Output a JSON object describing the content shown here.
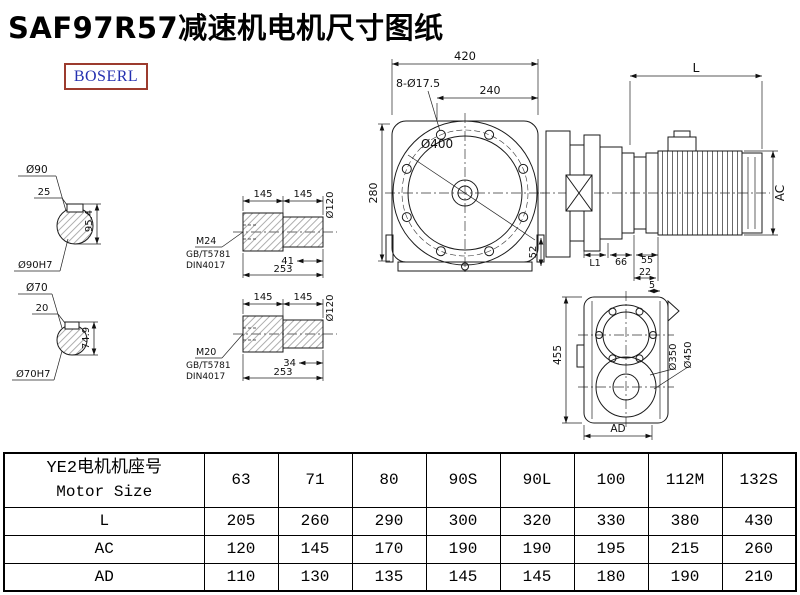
{
  "page": {
    "title": "SAF97R57减速机电机尺寸图纸",
    "logo": "BOSERL"
  },
  "drawing": {
    "front": {
      "dim_width": "420",
      "dim_inner_width": "240",
      "holes_note": "8-Ø17.5",
      "dia_flange": "Ø400",
      "dim_height": "280",
      "dim_foot": "52"
    },
    "side": {
      "dim_length": "L",
      "dim_ac": "AC",
      "dim_l1": "L1",
      "dim_66": "66",
      "dim_55": "55",
      "dim_22": "22",
      "dim_5": "5"
    },
    "bottom": {
      "dim_455": "455",
      "dia_350": "Ø350",
      "dia_450": "Ø450",
      "dim_ad": "AD"
    },
    "shaft_end_1": {
      "dia": "Ø90",
      "key_width": "25",
      "key_height": "95.4",
      "fit": "Ø90H7"
    },
    "shaft_end_2": {
      "dia": "Ø70",
      "key_width": "20",
      "key_height": "74.9",
      "fit": "Ø70H7"
    },
    "shaft_side_1": {
      "seg1": "145",
      "seg2": "145",
      "dia": "Ø120",
      "thread": "M24",
      "std_gb": "GB/T5781",
      "std_din": "DIN4017",
      "thread_len": "41",
      "total": "253"
    },
    "shaft_side_2": {
      "seg1": "145",
      "seg2": "145",
      "dia": "Ø120",
      "thread": "M20",
      "std_gb": "GB/T5781",
      "std_din": "DIN4017",
      "thread_len": "34",
      "total": "253"
    }
  },
  "table": {
    "header_cn": "YE2电机机座号",
    "header_en": "Motor Size",
    "sizes": [
      "63",
      "71",
      "80",
      "90S",
      "90L",
      "100",
      "112M",
      "132S"
    ],
    "rows": [
      {
        "label": "L",
        "values": [
          "205",
          "260",
          "290",
          "300",
          "320",
          "330",
          "380",
          "430"
        ]
      },
      {
        "label": "AC",
        "values": [
          "120",
          "145",
          "170",
          "190",
          "190",
          "195",
          "215",
          "260"
        ]
      },
      {
        "label": "AD",
        "values": [
          "110",
          "130",
          "135",
          "145",
          "145",
          "180",
          "190",
          "210"
        ]
      }
    ]
  }
}
